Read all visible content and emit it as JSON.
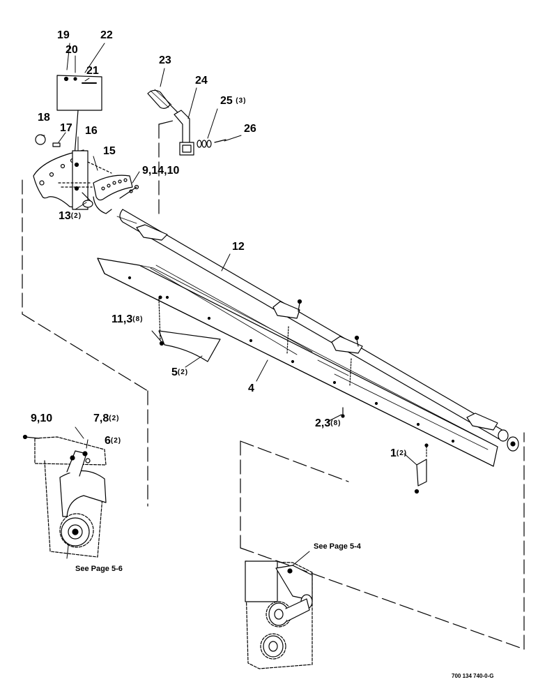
{
  "callouts": {
    "c19": "19",
    "c20": "20",
    "c22": "22",
    "c21": "21",
    "c23": "23",
    "c24": "24",
    "c25": "25",
    "c25q": "(3)",
    "c26": "26",
    "c18": "18",
    "c17": "17",
    "c16": "16",
    "c15": "15",
    "c9_14_10": "9,14,10",
    "c13": "13",
    "c13q": "(2)",
    "c12": "12",
    "c11_3": "11,3",
    "c11_3q": "(8)",
    "c5": "5",
    "c5q": "(2)",
    "c4": "4",
    "c9_10": "9,10",
    "c7_8": "7,8",
    "c7_8q": "(2)",
    "c6": "6",
    "c6q": "(2)",
    "c2_3": "2,3",
    "c2_3q": "(8)",
    "c1": "1",
    "c1q": "(2)"
  },
  "notes": {
    "see_page_5_6": "See Page 5-6",
    "see_page_5_4": "See Page 5-4"
  },
  "drawing_number": "700 134 740-0-G"
}
